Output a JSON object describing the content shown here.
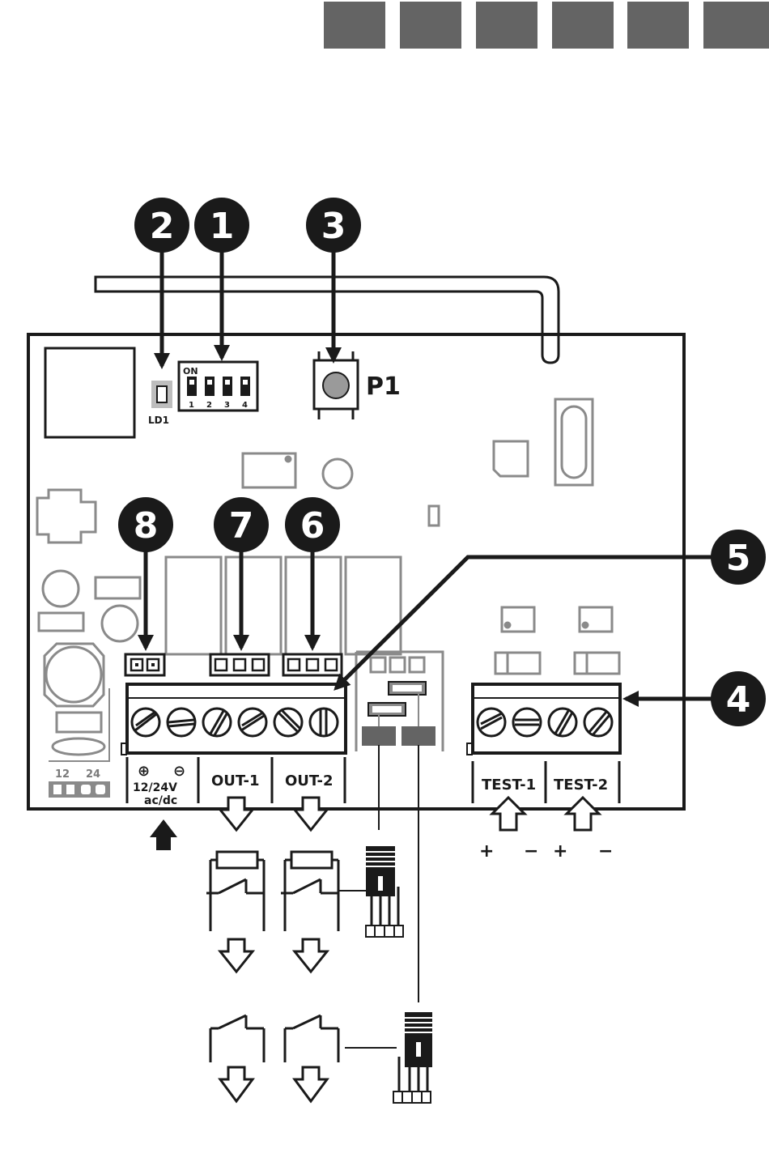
{
  "header": {
    "tabs": [
      "",
      "",
      "",
      "",
      "",
      ""
    ],
    "tab_color": "#646464"
  },
  "markers": [
    {
      "number": "1",
      "target": "dip-switch"
    },
    {
      "number": "2",
      "target": "led-ld1"
    },
    {
      "number": "3",
      "target": "push-button-p1"
    },
    {
      "number": "4",
      "target": "test-terminal-block"
    },
    {
      "number": "5",
      "target": "output-terminal-block"
    },
    {
      "number": "6",
      "target": "out-2-jumper"
    },
    {
      "number": "7",
      "target": "out-1-jumper"
    },
    {
      "number": "8",
      "target": "power-jumper"
    }
  ],
  "board": {
    "led_label": "LD1",
    "button_label": "P1",
    "dip": {
      "on_label": "ON",
      "positions": [
        "1",
        "2",
        "3",
        "4"
      ]
    },
    "voltage_jumper": {
      "left": "12",
      "right": "24"
    }
  },
  "terminals": {
    "power_plus": "⊕",
    "power_minus": "⊖",
    "power_line1": "12/24V",
    "power_line2": "ac/dc",
    "out1": "OUT-1",
    "out2": "OUT-2",
    "test1": "TEST-1",
    "test2": "TEST-2",
    "polarity": [
      "+",
      "−",
      "+",
      "−"
    ]
  }
}
